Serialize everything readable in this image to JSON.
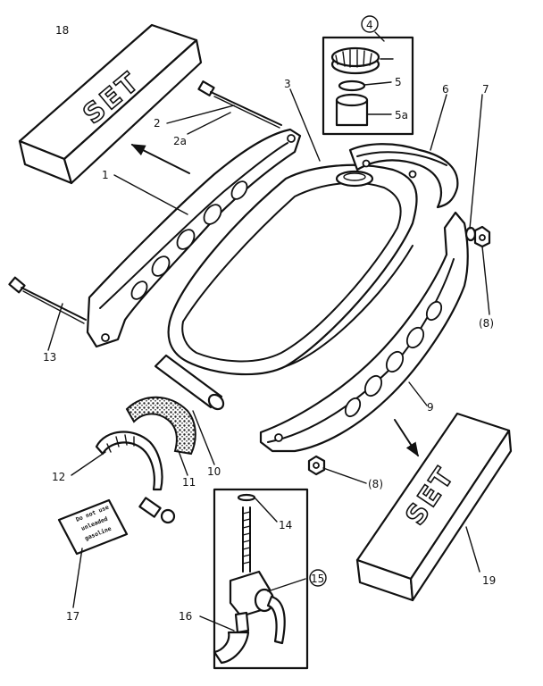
{
  "callouts": {
    "n18": "18",
    "n2": "2",
    "n2a": "2a",
    "n1": "1",
    "n3": "3",
    "n4": "4",
    "n5": "5",
    "n5a": "5a",
    "n6": "6",
    "n7": "7",
    "n8a": "(8)",
    "n8b": "(8)",
    "n9": "9",
    "n10": "10",
    "n11": "11",
    "n12": "12",
    "n13": "13",
    "n14": "14",
    "n15": "15",
    "n16": "16",
    "n17": "17",
    "n19": "19"
  },
  "set_box_left": {
    "label": "SET"
  },
  "set_box_right": {
    "label": "SET"
  },
  "instruction_card": {
    "line1": "Do not use",
    "line2": "unleaded",
    "line3": "gasoline"
  }
}
